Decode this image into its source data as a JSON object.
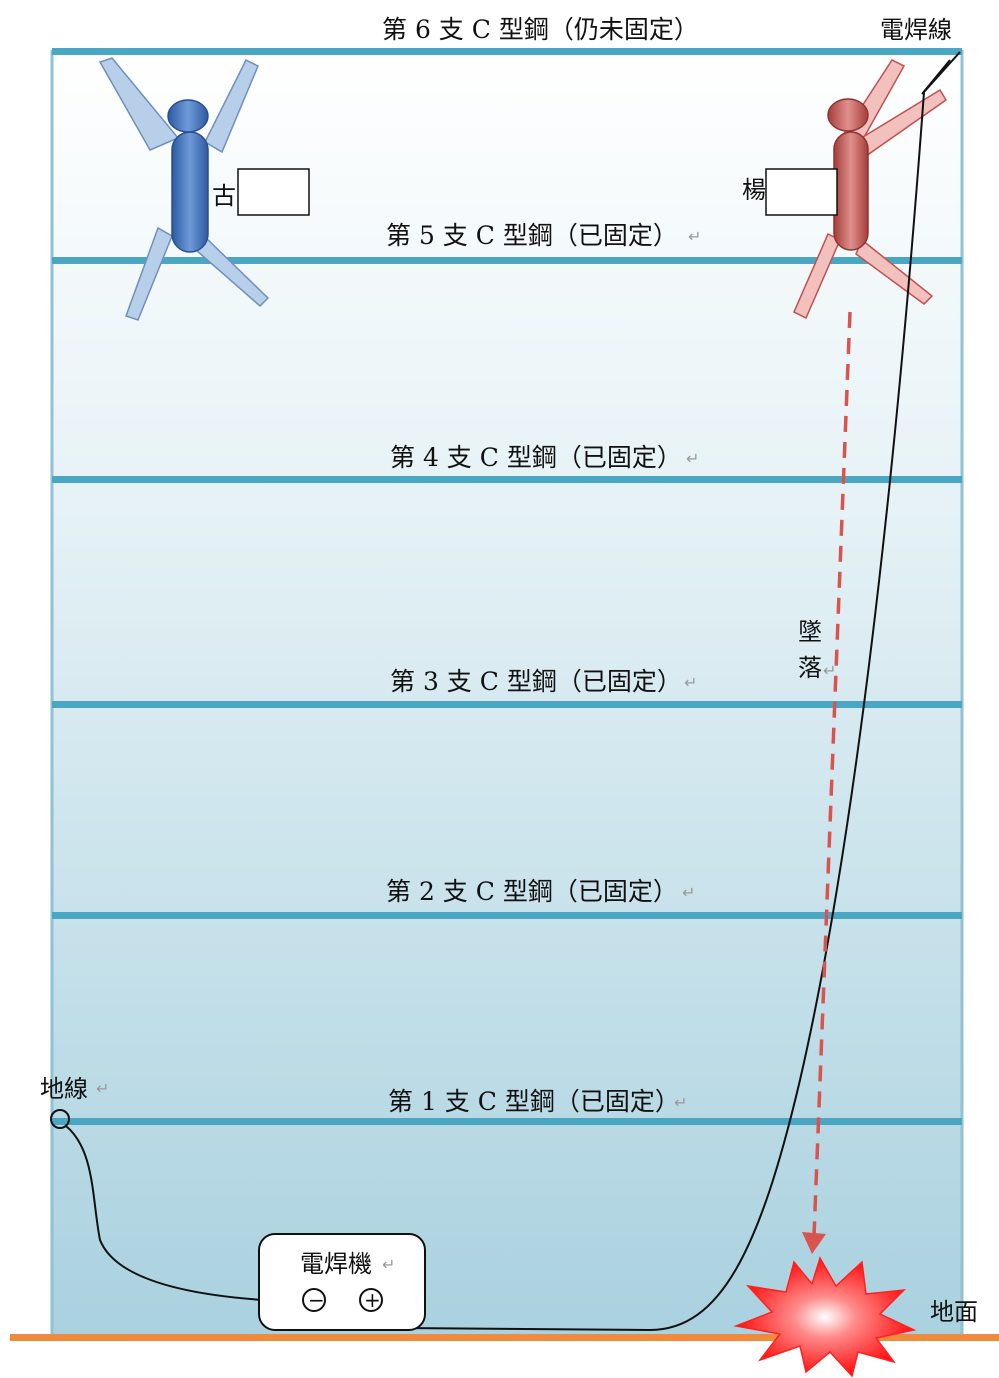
{
  "beams": [
    {
      "label": "第 6 支 C 型鋼（仍未固定）",
      "mark": "↵"
    },
    {
      "label": "第 5 支 C 型鋼（已固定）",
      "mark": "↵"
    },
    {
      "label": "第 4 支 C 型鋼（已固定）",
      "mark": "↵"
    },
    {
      "label": "第 3 支 C 型鋼（已固定）",
      "mark": "↵"
    },
    {
      "label": "第 2 支 C 型鋼（已固定）",
      "mark": "↵"
    },
    {
      "label": "第 1 支 C 型鋼（已固定）",
      "mark": "↵"
    }
  ],
  "labels": {
    "welding_cable": "電焊線",
    "ground_wire": "地線",
    "welder": "電焊機",
    "ground": "地面",
    "fall_char1": "墜",
    "fall_char2": "落",
    "worker_left_surname": "古",
    "worker_right_surname": "楊",
    "minus": "−",
    "plus": "+",
    "return_mark": "↵"
  },
  "colors": {
    "beam": "#4aa7c4",
    "sky_top": "#ffffff",
    "sky_bottom": "#a9d1df",
    "worker_left": "#3f6fba",
    "worker_right": "#c0504d",
    "fall_arrow": "#d9534f",
    "ground": "#f08a3c",
    "burst": "#ff1a1a"
  }
}
